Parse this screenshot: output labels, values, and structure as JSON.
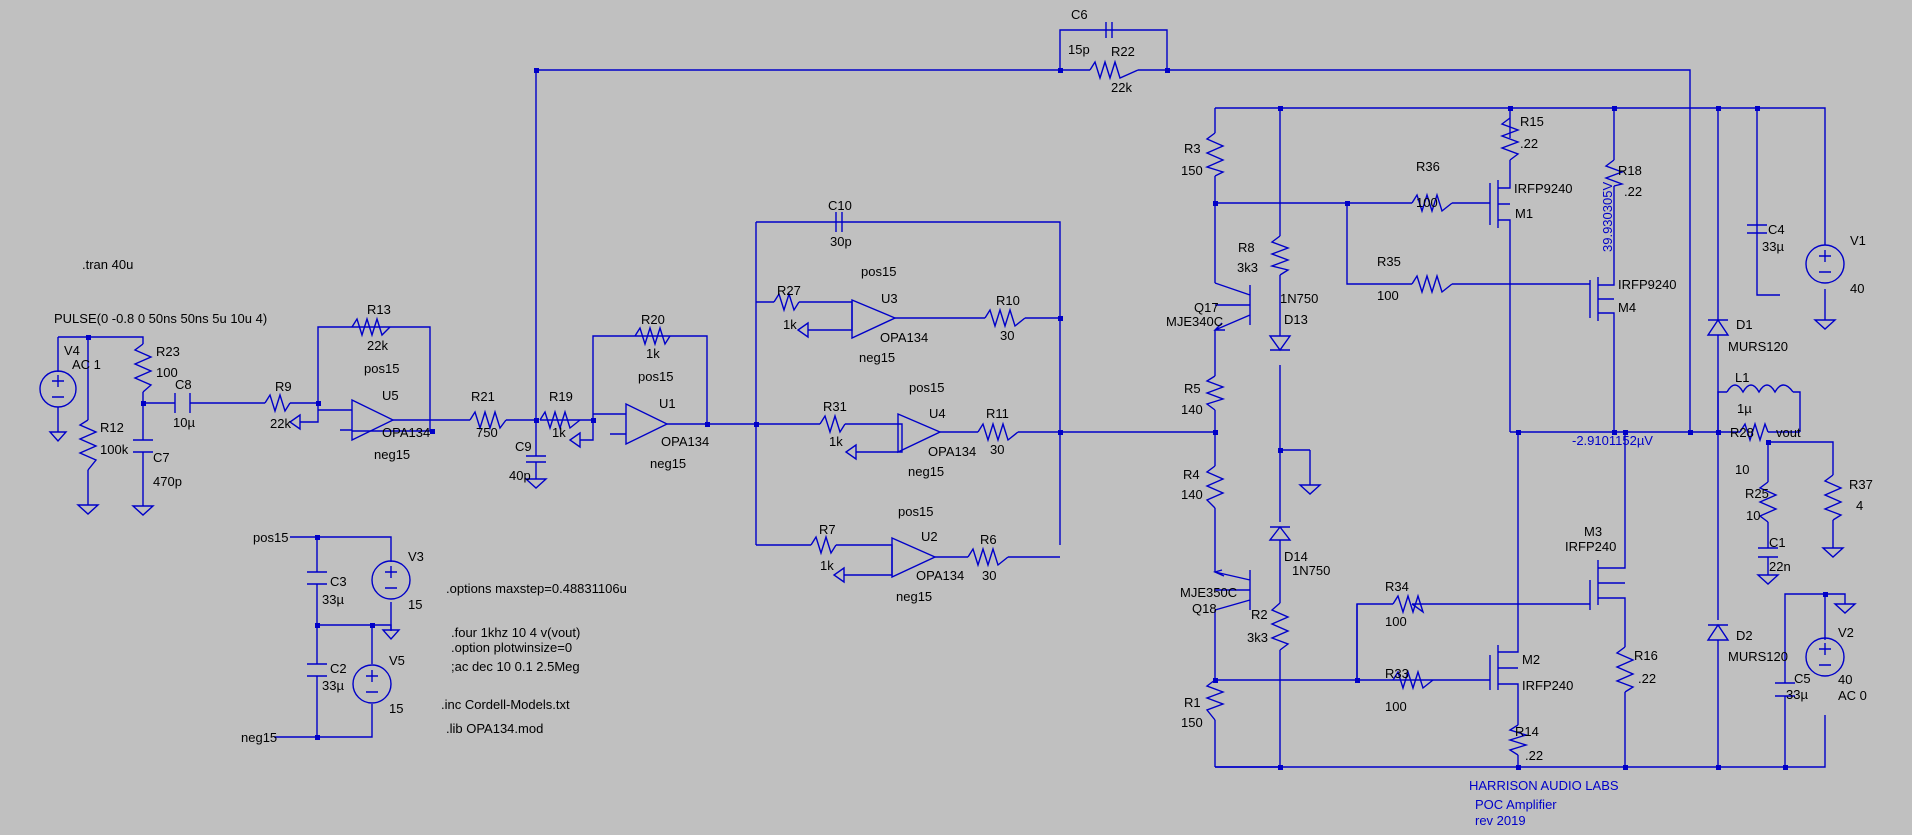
{
  "colors": {
    "background": "#c0c0c0",
    "wire": "#0000c8",
    "text": "#000000",
    "probe_text": "#0000c8"
  },
  "directives": {
    "tran": ".tran 40u",
    "pulse": "PULSE(0 -0.8 0 50ns 50ns 5u 10u 4)",
    "options": ".options maxstep=0.48831106u",
    "four": ".four 1khz 10 4 v(vout)",
    "plotwinsize": ".option plotwinsize=0",
    "ac": ";ac dec 10 0.1 2.5Meg",
    "inc": ".inc Cordell-Models.txt",
    "lib": ".lib OPA134.mod"
  },
  "nets": {
    "pos15": "pos15",
    "neg15": "neg15",
    "vout": "vout"
  },
  "probes": {
    "v1": "39.930305V",
    "v2": "-2.9101152µV"
  },
  "title_block": {
    "company": "HARRISON AUDIO LABS",
    "project": "POC Amplifier",
    "rev": "rev 2019"
  },
  "components": {
    "V4": {
      "name": "V4",
      "value": "AC 1"
    },
    "R12": {
      "name": "R12",
      "value": "100k"
    },
    "R23": {
      "name": "R23",
      "value": "100"
    },
    "C7": {
      "name": "C7",
      "value": "470p"
    },
    "C8": {
      "name": "C8",
      "value": "10µ"
    },
    "R9": {
      "name": "R9",
      "value": "22k"
    },
    "R13": {
      "name": "R13",
      "value": "22k"
    },
    "U5": {
      "name": "U5",
      "value": "OPA134"
    },
    "R21": {
      "name": "R21",
      "value": "750"
    },
    "C9": {
      "name": "C9",
      "value": "40p"
    },
    "R19": {
      "name": "R19",
      "value": "1k"
    },
    "R20": {
      "name": "R20",
      "value": "1k"
    },
    "U1": {
      "name": "U1",
      "value": "OPA134"
    },
    "C10": {
      "name": "C10",
      "value": "30p"
    },
    "R27": {
      "name": "R27",
      "value": "1k"
    },
    "U3": {
      "name": "U3",
      "value": "OPA134"
    },
    "R10": {
      "name": "R10",
      "value": "30"
    },
    "R31": {
      "name": "R31",
      "value": "1k"
    },
    "U4": {
      "name": "U4",
      "value": "OPA134"
    },
    "R11": {
      "name": "R11",
      "value": "30"
    },
    "R7": {
      "name": "R7",
      "value": "1k"
    },
    "U2": {
      "name": "U2",
      "value": "OPA134"
    },
    "R6": {
      "name": "R6",
      "value": "30"
    },
    "C6": {
      "name": "C6",
      "value": "15p"
    },
    "R22": {
      "name": "R22",
      "value": "22k"
    },
    "V3": {
      "name": "V3",
      "value": "15"
    },
    "V5": {
      "name": "V5",
      "value": "15"
    },
    "C3": {
      "name": "C3",
      "value": "33µ"
    },
    "C2": {
      "name": "C2",
      "value": "33µ"
    },
    "R3": {
      "name": "R3",
      "value": "150"
    },
    "R8": {
      "name": "R8",
      "value": "3k3"
    },
    "D13": {
      "name": "D13",
      "value": "1N750"
    },
    "Q17": {
      "name": "Q17",
      "value": "MJE340C"
    },
    "R5": {
      "name": "R5",
      "value": "140"
    },
    "R4": {
      "name": "R4",
      "value": "140"
    },
    "D14": {
      "name": "D14",
      "value": "1N750"
    },
    "Q18": {
      "name": "Q18",
      "value": "MJE350C"
    },
    "R2": {
      "name": "R2",
      "value": "3k3"
    },
    "R1": {
      "name": "R1",
      "value": "150"
    },
    "R36": {
      "name": "R36",
      "value": "100"
    },
    "R35": {
      "name": "R35",
      "value": "100"
    },
    "M1": {
      "name": "M1",
      "value": "IRFP9240"
    },
    "M4": {
      "name": "M4",
      "value": "IRFP9240"
    },
    "R15": {
      "name": "R15",
      "value": ".22"
    },
    "R18": {
      "name": "R18",
      "value": ".22"
    },
    "R34": {
      "name": "R34",
      "value": "100"
    },
    "R33": {
      "name": "R33",
      "value": "100"
    },
    "M3": {
      "name": "M3",
      "value": "IRFP240"
    },
    "M2": {
      "name": "M2",
      "value": "IRFP240"
    },
    "R16": {
      "name": "R16",
      "value": ".22"
    },
    "R14": {
      "name": "R14",
      "value": ".22"
    },
    "C4": {
      "name": "C4",
      "value": "33µ"
    },
    "V1": {
      "name": "V1",
      "value": "40"
    },
    "D1": {
      "name": "D1",
      "value": "MURS120"
    },
    "D2": {
      "name": "D2",
      "value": "MURS120"
    },
    "L1": {
      "name": "L1",
      "value": "1µ"
    },
    "R28": {
      "name": "R28",
      "value": "10"
    },
    "R25": {
      "name": "R25",
      "value": "10"
    },
    "C1": {
      "name": "C1",
      "value": "22n"
    },
    "R37": {
      "name": "R37",
      "value": "4"
    },
    "C5": {
      "name": "C5",
      "value": "33µ"
    },
    "V2": {
      "name": "V2",
      "value": "40",
      "extra": "AC 0"
    }
  }
}
